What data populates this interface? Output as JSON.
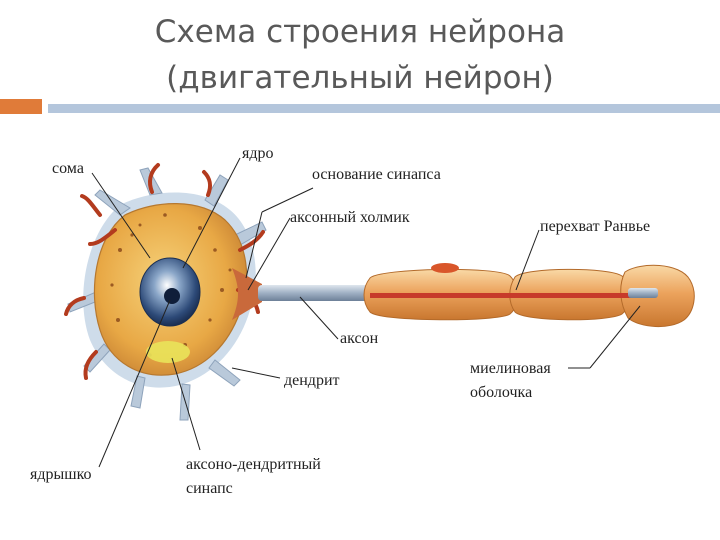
{
  "slide": {
    "title_line1": "Схема строения нейрона",
    "title_line2": "(двигательный нейрон)",
    "accent_color": "#e07b39",
    "rule_color": "#b4c6dc"
  },
  "labels": {
    "soma": "сома",
    "nucleus": "ядро",
    "synapse_base": "основание синапса",
    "axon_hillock": "аксонный холмик",
    "node_of_ranvier": "перехват Ранвье",
    "axon": "аксон",
    "myelin_line1": "миелиновая",
    "myelin_line2": "оболочка",
    "dendrite": "дендрит",
    "nucleolus": "ядрышко",
    "axodendritic_line1": "аксоно-дендритный",
    "axodendritic_line2": "синапс"
  }
}
